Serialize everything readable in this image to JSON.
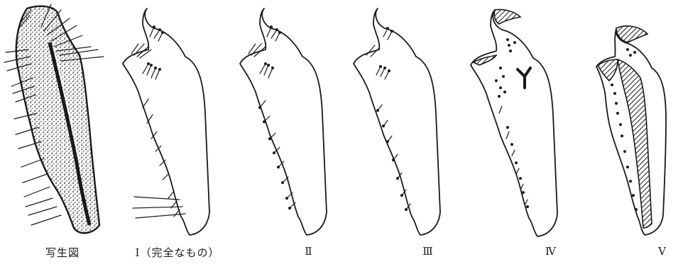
{
  "figure": {
    "panels": [
      {
        "id": "sketch",
        "caption": "写生図"
      },
      {
        "id": "I",
        "caption": "Ⅰ（完全なもの）"
      },
      {
        "id": "II",
        "caption": "Ⅱ"
      },
      {
        "id": "III",
        "caption": "Ⅲ"
      },
      {
        "id": "IV",
        "caption": "Ⅳ"
      },
      {
        "id": "V",
        "caption": "Ⅴ"
      }
    ]
  }
}
